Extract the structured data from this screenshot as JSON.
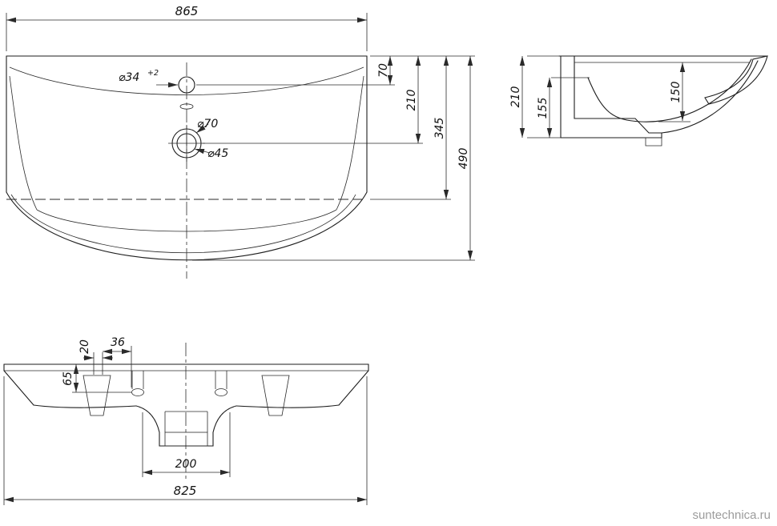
{
  "plan": {
    "width": "865",
    "faucet_d": "⌀34",
    "faucet_tol": "+2",
    "d70": "70",
    "d210": "210",
    "d345": "345",
    "d490": "490",
    "drain_outer": "⌀70",
    "drain_inner": "⌀45"
  },
  "side": {
    "d210": "210",
    "d155": "155",
    "d150": "150"
  },
  "front": {
    "d20": "20",
    "d36": "36",
    "d65": "65",
    "d200": "200",
    "width": "825"
  },
  "watermark": "suntechnica.ru"
}
